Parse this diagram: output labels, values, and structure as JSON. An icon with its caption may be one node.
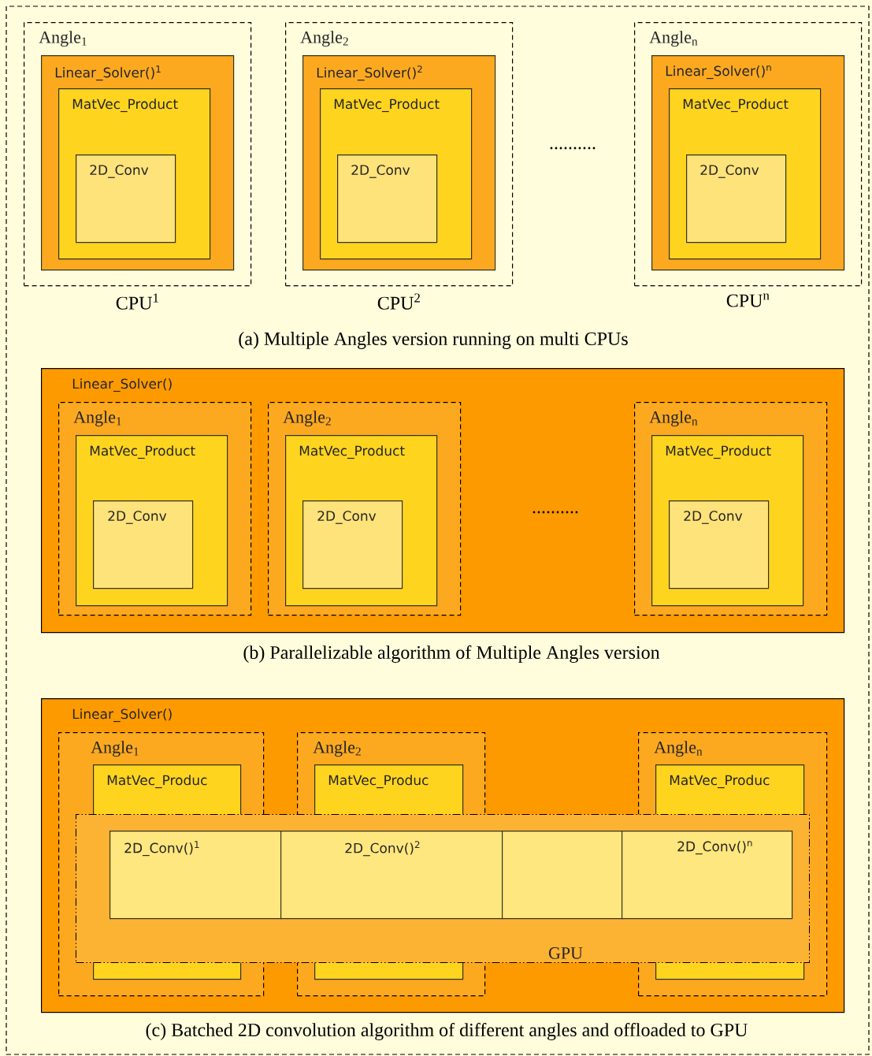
{
  "diagram": {
    "nodes": [
      {
        "text": [
          "Angle$_{1}$"
        ],
        "beside": [
          "CPU$^{1}$"
        ]
      },
      {
        "text": [
          "Linear_Solver()$^{1}$"
        ],
        "in": 0
      },
      {
        "text": [
          "MatVec_Product"
        ],
        "in": 1
      },
      {
        "text": [
          "2D_Conv"
        ],
        "in": 2
      },
      {
        "text": [
          "Angle$_{2}$"
        ],
        "beside": [
          "CPU$^{2}$"
        ]
      },
      {
        "text": [
          "Linear_Solver()$^{2}$"
        ],
        "in": 4
      },
      {
        "text": [
          "MatVec_Product"
        ],
        "in": 5
      },
      {
        "text": [
          "2D_Conv"
        ],
        "in": 6
      },
      {
        "text": [
          "Angle$_{n}$"
        ],
        "beside": [
          "CPU$^{n}$"
        ]
      },
      {
        "text": [
          "Linear_Solver()$^{n}$"
        ],
        "in": 8
      },
      {
        "text": [
          "MatVec_Product"
        ],
        "in": 9
      },
      {
        "text": [
          "2D_Conv"
        ],
        "in": 10
      },
      {
        "text": [
          "Linear_Solver()"
        ]
      },
      {
        "text": [
          "Angle$_{1}$"
        ],
        "in": 12
      },
      {
        "text": [
          "MatVec_Product"
        ],
        "in": 13
      },
      {
        "text": [
          "2D_Conv"
        ],
        "in": 14
      },
      {
        "text": [
          "Angle$_{2}$"
        ],
        "in": 12
      },
      {
        "text": [
          "MatVec_Product"
        ],
        "in": 16
      },
      {
        "text": [
          "2D_Conv"
        ],
        "in": 17
      },
      {
        "text": [
          "Angle$_{n}$"
        ],
        "in": 12
      },
      {
        "text": [
          "MatVec_Product"
        ],
        "in": 19
      },
      {
        "text": [
          "2D_Conv"
        ],
        "in": 20
      },
      {
        "text": [
          "Linear_Solver()"
        ]
      },
      {
        "text": [
          "Angle$_{1}$"
        ],
        "in": 22
      },
      {
        "text": [
          "MatVec_Produc"
        ],
        "in": 23
      },
      {
        "text": [
          "Angle$_{2}$"
        ],
        "in": 22
      },
      {
        "text": [
          "MatVec_Produc"
        ],
        "in": 25
      },
      {
        "text": [
          "Angle$_{n}$"
        ],
        "in": 22
      },
      {
        "text": [
          "MatVec_Produc"
        ],
        "in": 27
      },
      {
        "text": [
          "GPU"
        ],
        "in": 22
      },
      {
        "text": [
          "2D_Conv()$^{1}$"
        ],
        "in": 29
      },
      {
        "text": [
          "2D_Conv()$^{2}$"
        ],
        "in": 29
      },
      {
        "text": [],
        "shape": "box",
        "in": 29
      },
      {
        "text": [
          "2D_Conv()$^{n}$"
        ],
        "in": 29
      }
    ],
    "labels": [
      "..........",
      "(a) Multiple Angles version running on multi CPUs",
      "..........",
      "(b) Parallelizable algorithm of Multiple Angles version",
      "(c) Batched 2D convolution algorithm of different angles and offloaded to GPU"
    ]
  }
}
